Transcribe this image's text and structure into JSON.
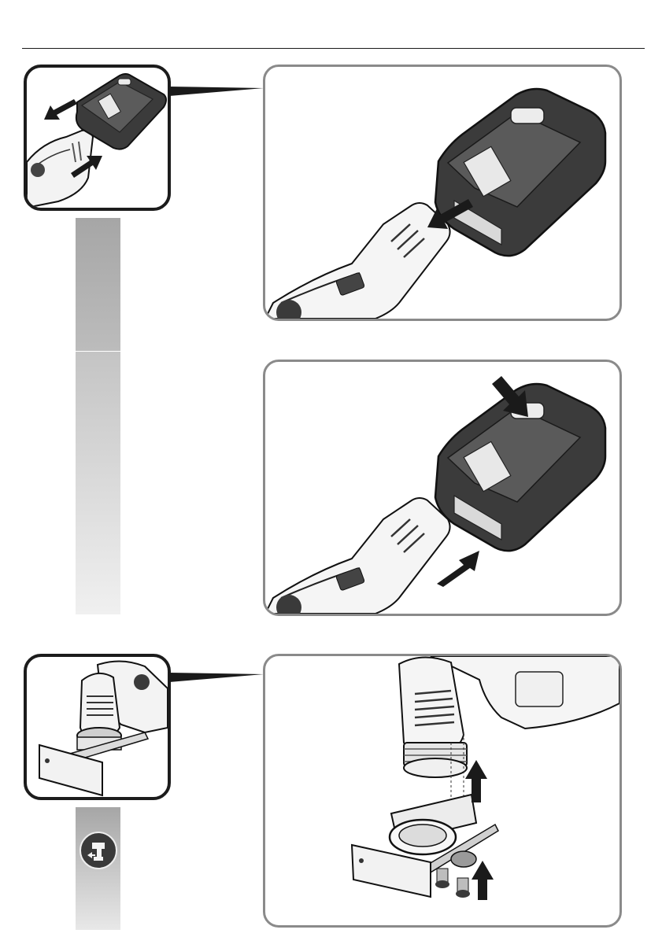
{
  "colors": {
    "frame": "#1c1c1c",
    "panel_border": "#8a8a8a",
    "battery_dark": "#3b3b3b",
    "strip_top": "#a6a6a6",
    "strip_bottom": "#f0f0f0",
    "arrow": "#1a1a1a"
  },
  "icons": {
    "badge": "tool-battery-icon",
    "arrows": [
      "arrow-left",
      "arrow-up-right",
      "arrow-down-right",
      "arrow-up"
    ]
  }
}
